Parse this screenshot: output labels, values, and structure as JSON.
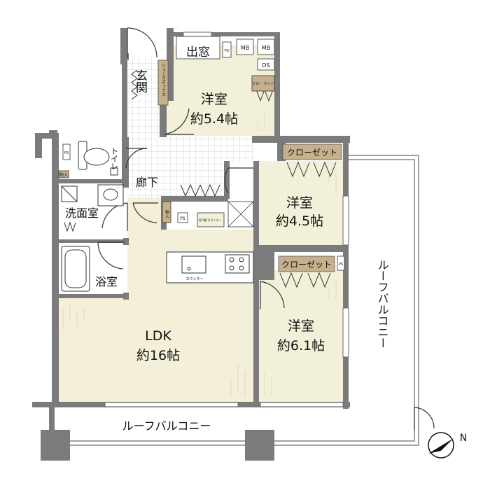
{
  "rooms": {
    "western_54": {
      "name": "洋室",
      "size": "約5.4帖"
    },
    "western_45": {
      "name": "洋室",
      "size": "約4.5帖"
    },
    "western_61": {
      "name": "洋室",
      "size": "約6.1帖"
    },
    "ldk": {
      "name": "LDK",
      "size": "約16帖"
    }
  },
  "labels": {
    "entrance": "玄関",
    "bay_window": "出窓",
    "hallway": "廊下",
    "toilet": "トイレ",
    "washroom": "洗面室",
    "bath": "浴室",
    "shoe_box": "シューズボックス",
    "closet": "クローゼット",
    "closet_small": "クロー\nゼット",
    "storage": "物入",
    "counter": "カウンター",
    "pantry_counter": "吊戸棚\nカウンター",
    "ps": "PS",
    "mb": "MB",
    "ds": "DS",
    "roof_balcony": "ルーフバルコニー",
    "north": "N"
  },
  "colors": {
    "floor_room": "#f2f0d8",
    "floor_ldk": "#f3efd9",
    "wall": "#7b7b7b",
    "closet_label_bg": "#c7b08c",
    "shoebox_bg": "#c7b08c",
    "tile": "#ffffff",
    "tile_line": "#c9c9c9"
  }
}
